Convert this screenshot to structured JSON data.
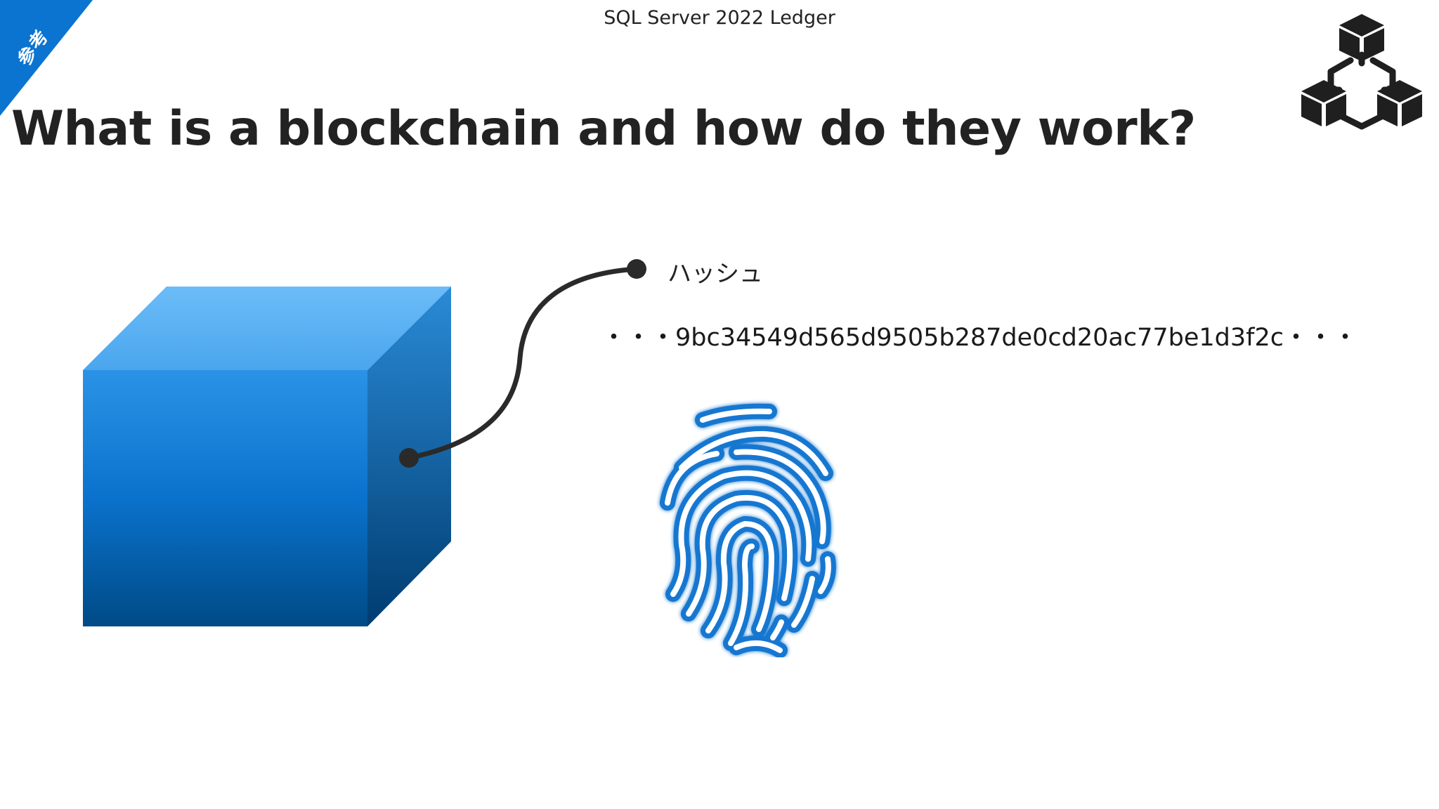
{
  "slide": {
    "corner_label": "参考",
    "header_title": "SQL Server 2022 Ledger",
    "page_title": "What is a blockchain and how do they work?",
    "hash_label": "ハッシュ",
    "hash_value": "・・・9bc34549d565d9505b287de0cd20ac77be1d3f2c・・・"
  },
  "icons": {
    "logo": "blockchain-cubes-icon",
    "block": "block-cube-icon",
    "fingerprint": "fingerprint-icon"
  },
  "colors": {
    "accent_blue": "#0a74d0",
    "cube_top": "#5fb4f5",
    "cube_front_top": "#1f8be0",
    "cube_front_bottom": "#00457f",
    "text_dark": "#222222"
  }
}
